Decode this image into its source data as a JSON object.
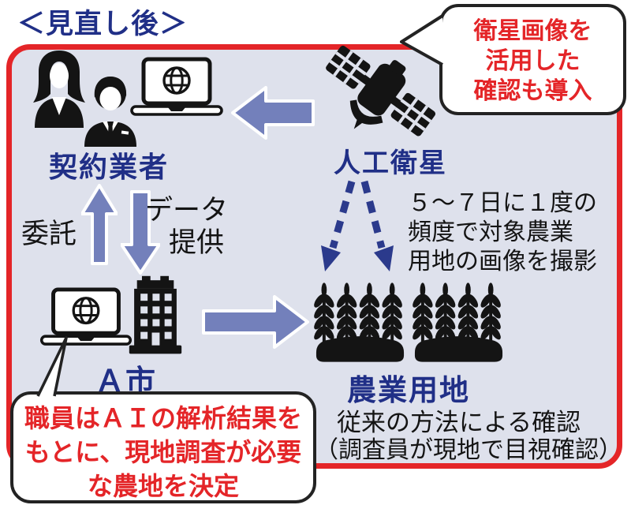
{
  "title": "＜見直し後＞",
  "colors": {
    "red": "#e42528",
    "navy": "#202f87",
    "block_arrow": "#7380bb",
    "dashed_arrow": "#2b3a8c",
    "box_background": "#dee1ec",
    "ink": "#141414"
  },
  "callouts": {
    "satellite_note": {
      "line1": "衛星画像を",
      "line2": "活用した",
      "line3": "確認も導入"
    },
    "staff_note": {
      "line1": "職員はＡＩの解析結果を",
      "line2": "もとに、現地調査が必要",
      "line3": "な農地を決定"
    }
  },
  "nodes": {
    "contractor_label": "契約業者",
    "satellite_label": "人工衛星",
    "city_label": "Ａ市",
    "farmland_label": "農業用地",
    "farmland_desc1": "従来の方法による確認",
    "farmland_desc2": "（調査員が現地で目視確認）"
  },
  "edges": {
    "consign_label": "委託",
    "data_label_line1": "データ",
    "data_label_line2": "提供",
    "freq_line1": "５～７日に１度の",
    "freq_line2": "頻度で対象農業",
    "freq_line3": "用地の画像を撮影"
  },
  "icons": {
    "woman-person-icon": "female bust silhouette",
    "man-person-icon": "male bust silhouette with tie",
    "laptop-globe-icon": "laptop with globe on screen",
    "satellite-icon": "satellite with solar panels and dish",
    "building-icon": "office building with windows",
    "wheat-field-icon": "wheat stalks on soil mound",
    "block-arrow-icon": "solid block arrow",
    "dashed-arrow-icon": "dashed navy arrow"
  }
}
